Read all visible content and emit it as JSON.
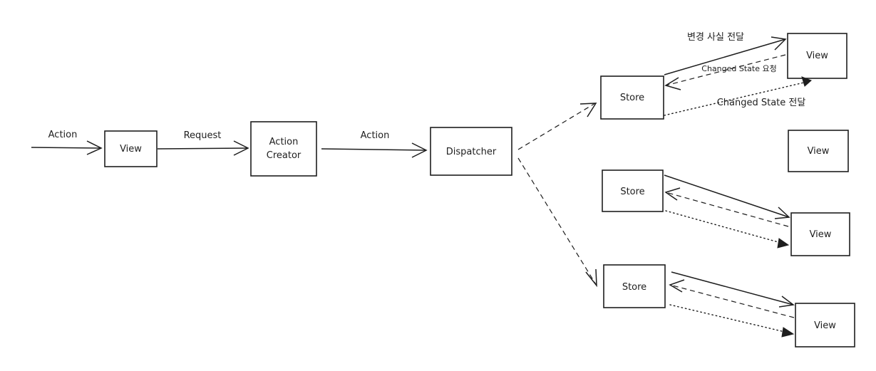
{
  "nodes": {
    "view_main": "View",
    "action_creator_line1": "Action",
    "action_creator_line2": "Creator",
    "dispatcher": "Dispatcher",
    "store_1": "Store",
    "store_2": "Store",
    "store_3": "Store",
    "view_1": "View",
    "view_standalone": "View",
    "view_2": "View",
    "view_3": "View"
  },
  "edges": {
    "input_action": "Action",
    "request": "Request",
    "dispatch_action": "Action",
    "change_notice": "변경 사실 전달",
    "changed_state_request": "Changed State 요청",
    "changed_state_delivery": "Changed State 전달"
  }
}
